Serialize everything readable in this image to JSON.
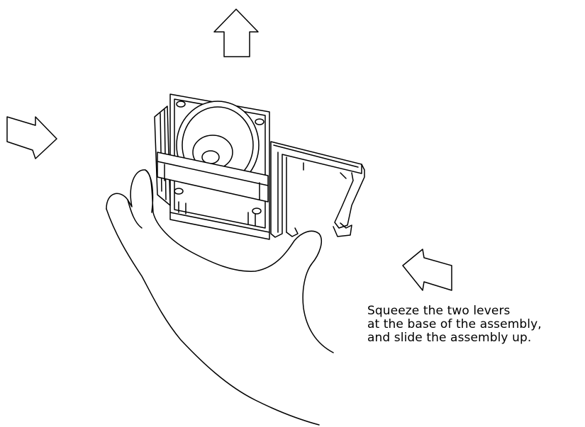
{
  "figure": {
    "caption_lines": [
      "Squeeze the two levers",
      "at the base of the assembly,",
      "and slide the assembly up."
    ],
    "icons": {
      "arrow_up": "up-arrow",
      "arrow_right": "right-arrow",
      "arrow_left": "left-arrow"
    },
    "line_color": "#000000",
    "background_color": "#ffffff"
  }
}
